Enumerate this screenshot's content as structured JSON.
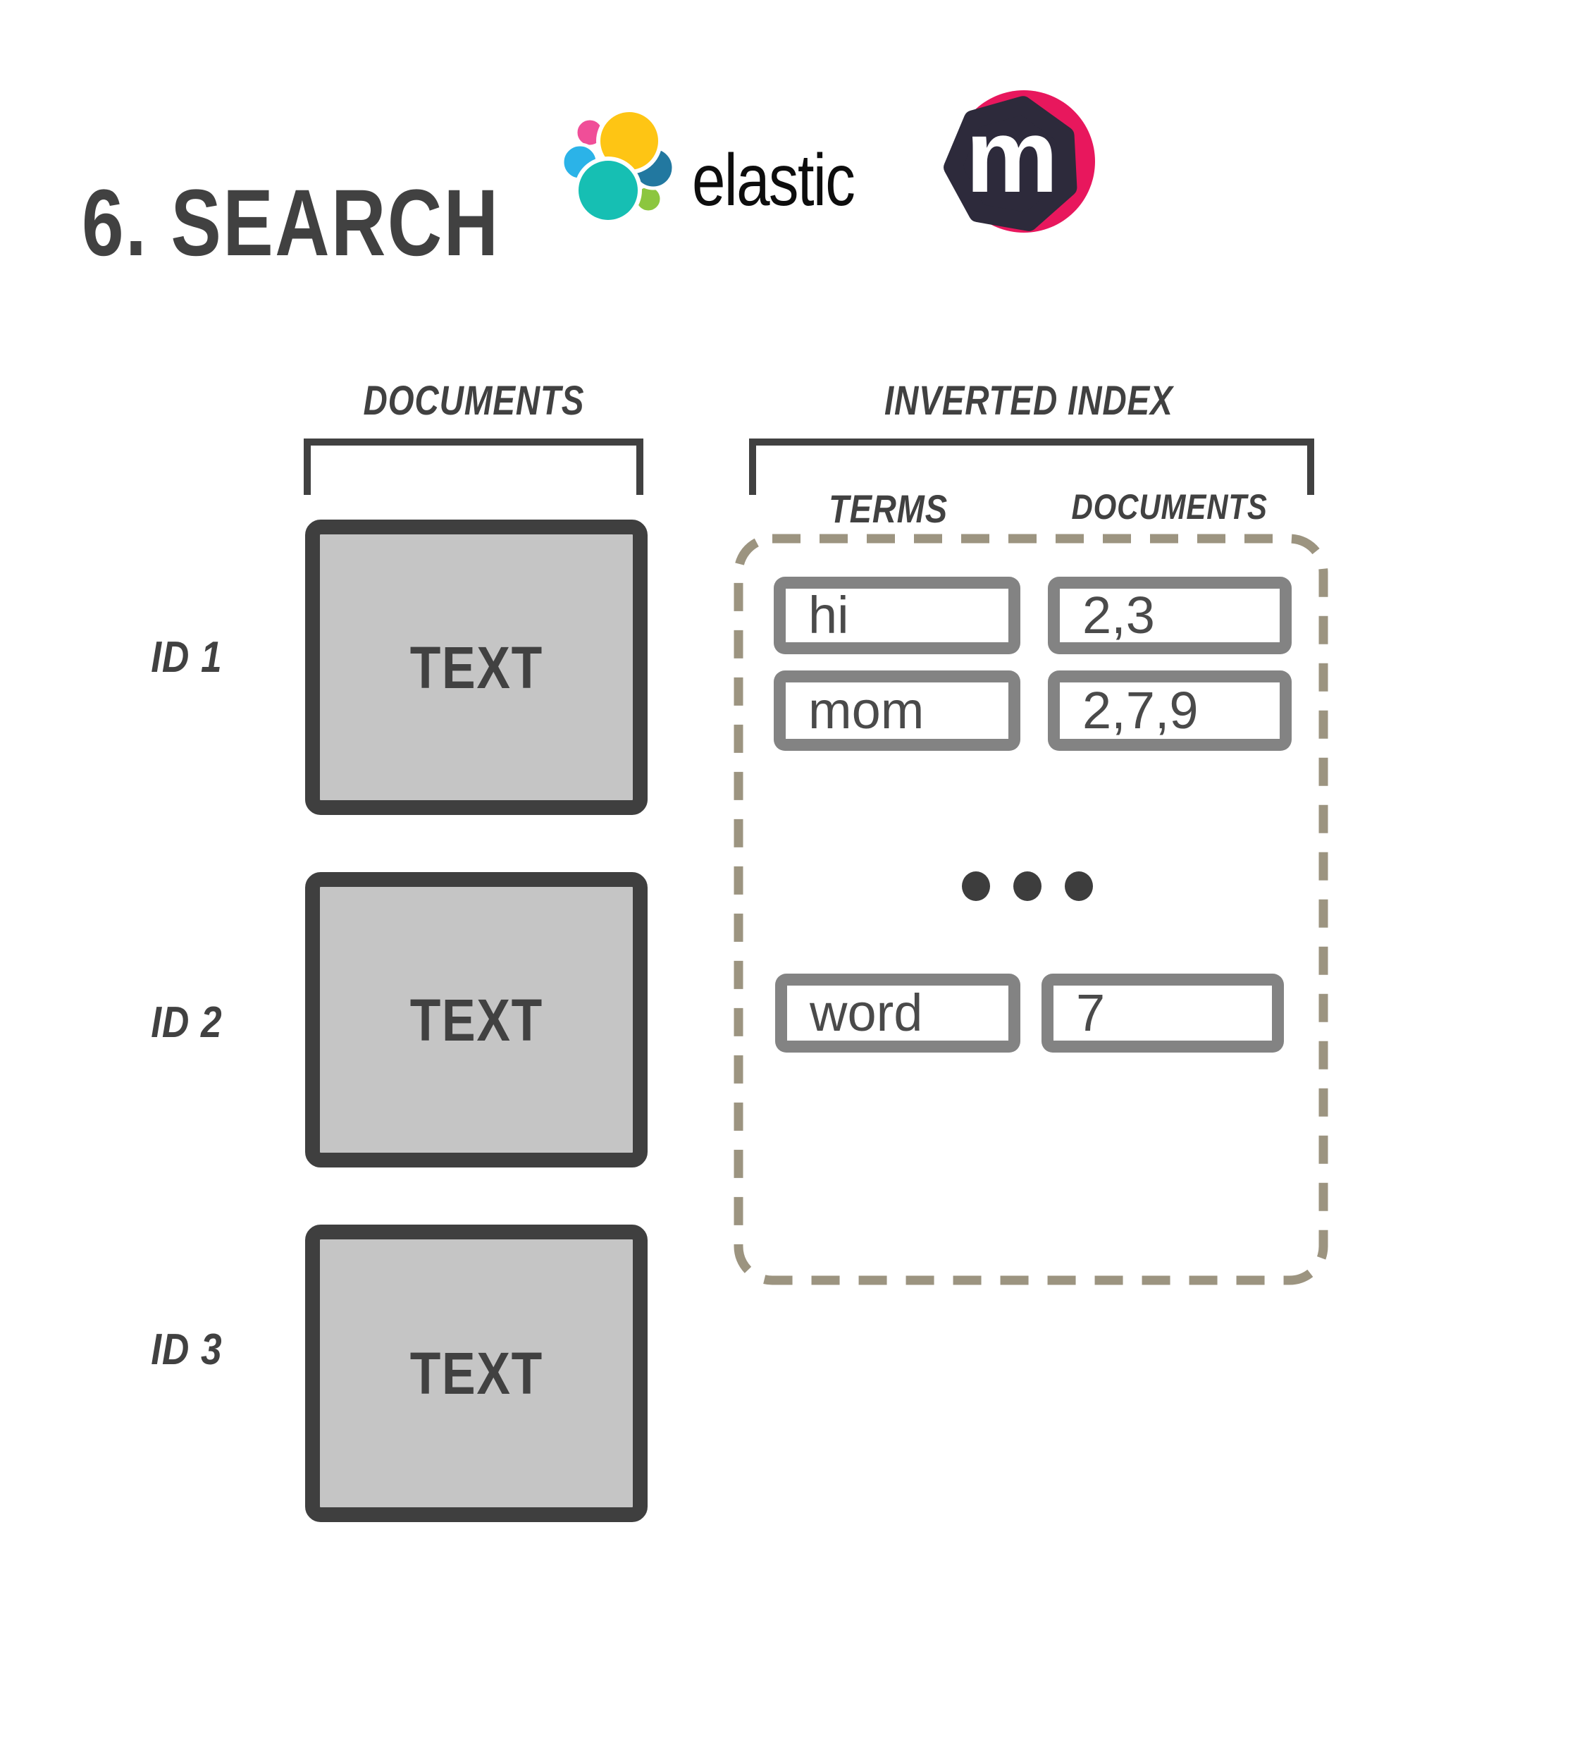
{
  "header": {
    "title": "6. SEARCH",
    "elastic": {
      "wordmark": "elastic",
      "colors": {
        "pink": "#F04E98",
        "yellow": "#FEC514",
        "light_blue": "#2BB3E8",
        "teal": "#16BFB3",
        "dark_blue": "#2278A0",
        "green": "#8CC63F"
      }
    },
    "m_logo": {
      "letter": "m",
      "pink": "#E8175D",
      "dark": "#2D2A3B",
      "letter_color": "#FFFFFF"
    }
  },
  "documents_panel": {
    "heading": "DOCUMENTS",
    "items": [
      {
        "id": "ID 1",
        "content": "TEXT"
      },
      {
        "id": "ID 2",
        "content": "TEXT"
      },
      {
        "id": "ID 3",
        "content": "TEXT"
      }
    ]
  },
  "inverted_index_panel": {
    "heading": "INVERTED INDEX",
    "terms_column_label": "TERMS",
    "documents_column_label": "DOCUMENTS",
    "rows": [
      {
        "term": "hi",
        "documents": "2,3"
      },
      {
        "term": "mom",
        "documents": "2,7,9"
      },
      {
        "term": "word",
        "documents": "7"
      }
    ]
  },
  "colors": {
    "ink": "#414141",
    "document_fill": "#C5C5C5",
    "document_border": "#3F3F3F",
    "term_box_border": "#838383",
    "term_text": "#4A4A4A",
    "dashed_border": "#9C9480",
    "ellipsis_dot": "#3D3D3D"
  }
}
